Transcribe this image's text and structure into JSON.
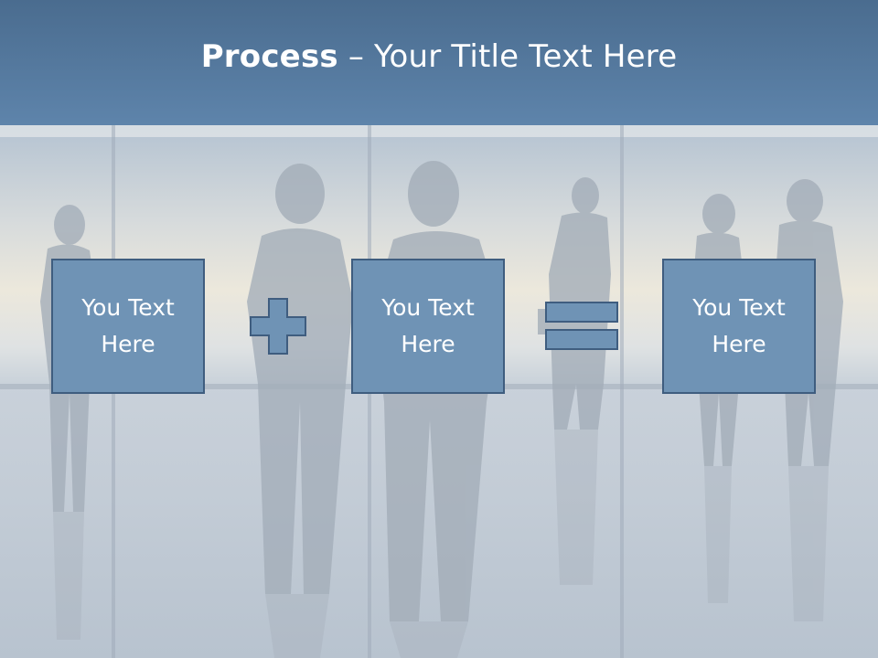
{
  "title": {
    "strong": "Process",
    "rest": " – Your Title Text Here"
  },
  "boxes": [
    {
      "line1": "You Text",
      "line2": "Here"
    },
    {
      "line1": "You Text",
      "line2": "Here"
    },
    {
      "line1": "You Text",
      "line2": "Here"
    }
  ],
  "colors": {
    "header": "#5b7fa6",
    "box_fill": "#6f93b5",
    "box_border": "#3f5d7f",
    "text": "#ffffff"
  },
  "icons": [
    "plus-icon",
    "equals-icon"
  ]
}
